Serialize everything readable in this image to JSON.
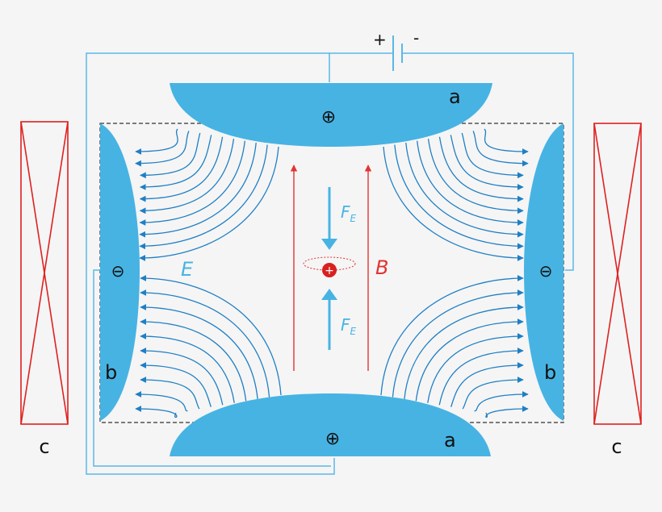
{
  "labels": {
    "battery_plus": "+",
    "battery_minus": "-",
    "electrode_a_top": "a",
    "electrode_a_bottom": "a",
    "electrode_b_left": "b",
    "electrode_b_right": "b",
    "coil_c_left": "c",
    "coil_c_right": "c",
    "field_E": "E",
    "field_B": "B",
    "force_top_main": "F",
    "force_top_sub": "E",
    "force_bottom_main": "F",
    "force_bottom_sub": "E",
    "plus_symbol": "⊕",
    "minus_symbol": "⊖"
  },
  "colors": {
    "background": "#f5f5f5",
    "electrode": "#47b3e3",
    "field_line": "#1f7fc4",
    "wire": "#5bb8e6",
    "magnetic": "#e33333",
    "coil": "#e02020",
    "dashed_box": "#333333",
    "text": "#111111"
  }
}
